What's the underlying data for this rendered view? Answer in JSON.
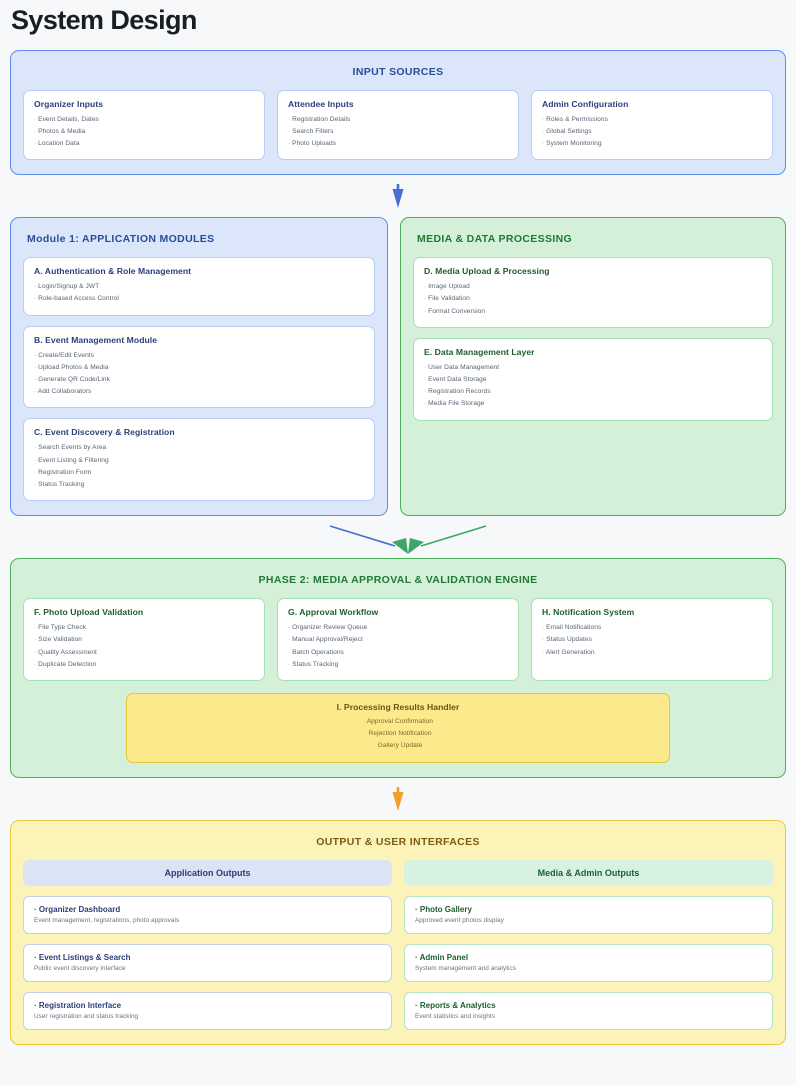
{
  "title": "System Design",
  "colors": {
    "blue_border": "#5b8def",
    "blue_fill": "#dbe6fb",
    "green_border": "#4caf5a",
    "green_fill": "#d4f0d8",
    "yellow_border": "#e9c93c",
    "yellow_fill": "#fcf3b8",
    "arrow_blue": "#4a6fd4",
    "arrow_green": "#3da56a",
    "arrow_orange": "#f0a12a"
  },
  "input_sources": {
    "heading": "INPUT SOURCES",
    "cards": [
      {
        "title": "Organizer Inputs",
        "items": [
          "Event Details, Dates",
          "Photos & Media",
          "Location Data"
        ]
      },
      {
        "title": "Attendee Inputs",
        "items": [
          "Registration Details",
          "Search Filters",
          "Photo Uploads"
        ]
      },
      {
        "title": "Admin Configuration",
        "items": [
          "Roles & Permissions",
          "Global Settings",
          "System Monitoring"
        ]
      }
    ]
  },
  "arrow_input_to_modules": {
    "name": "down-arrow-blue"
  },
  "application_modules": {
    "heading": "Module 1: APPLICATION MODULES",
    "cards": [
      {
        "title": "A. Authentication & Role Management",
        "items": [
          "Login/Signup & JWT",
          "Role-based Access Control"
        ]
      },
      {
        "title": "B. Event Management Module",
        "items": [
          "Create/Edit Events",
          "Upload Photos & Media",
          "Generate QR Code/Link",
          "Add Collaborators"
        ]
      },
      {
        "title": "C. Event Discovery & Registration",
        "items": [
          "Search Events by Area",
          "Event Listing & Filtering",
          "Registration Form",
          "Status Tracking"
        ]
      }
    ]
  },
  "media_data_processing": {
    "heading": "MEDIA & DATA PROCESSING",
    "cards": [
      {
        "title": "D. Media Upload & Processing",
        "items": [
          "Image Upload",
          "File Validation",
          "Format Conversion"
        ]
      },
      {
        "title": "E. Data Management Layer",
        "items": [
          "User Data Management",
          "Event Data Storage",
          "Registration Records",
          "Media File Storage"
        ]
      }
    ]
  },
  "arrow_modules_to_phase2": {
    "name": "converging-arrows-blue-green"
  },
  "phase2": {
    "heading": "PHASE 2: MEDIA APPROVAL & VALIDATION ENGINE",
    "cards": [
      {
        "title": "F. Photo Upload Validation",
        "items": [
          "File Type Check",
          "Size Validation",
          "Quality Assessment",
          "Duplicate Detection"
        ]
      },
      {
        "title": "G. Approval Workflow",
        "items": [
          "Organizer Review Queue",
          "Manual Approval/Reject",
          "Batch Operations",
          "Status Tracking"
        ]
      },
      {
        "title": "H. Notification System",
        "items": [
          "Email Notifications",
          "Status Updates",
          "Alert Generation"
        ]
      }
    ],
    "results_handler": {
      "title": "I. Processing Results Handler",
      "items": [
        "Approval Confirmation",
        "Rejection Notification",
        "Gallery Update"
      ]
    }
  },
  "arrow_phase2_to_output": {
    "name": "down-arrow-orange"
  },
  "output": {
    "heading": "OUTPUT & USER INTERFACES",
    "left": {
      "heading": "Application Outputs",
      "cards": [
        {
          "title": "Organizer Dashboard",
          "sub": "Event management, registrations, photo approvals"
        },
        {
          "title": "Event Listings & Search",
          "sub": "Public event discovery interface"
        },
        {
          "title": "Registration Interface",
          "sub": "User registration and status tracking"
        }
      ]
    },
    "right": {
      "heading": "Media & Admin Outputs",
      "cards": [
        {
          "title": "Photo Gallery",
          "sub": "Approved event photos display"
        },
        {
          "title": "Admin Panel",
          "sub": "System management and analytics"
        },
        {
          "title": "Reports & Analytics",
          "sub": "Event statistics and insights"
        }
      ]
    }
  }
}
